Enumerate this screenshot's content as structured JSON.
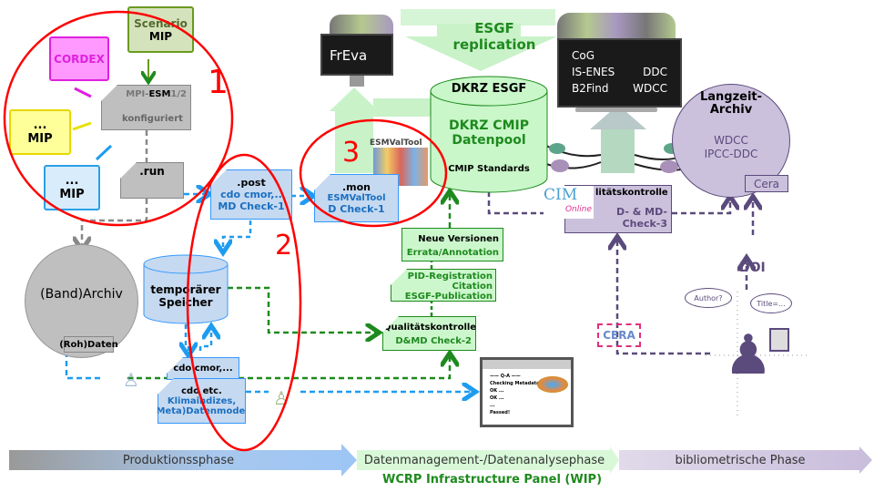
{
  "colors": {
    "red": "#ff0000",
    "green": "#1e8a1e",
    "blue": "#1e9cf0",
    "purple": "#5b4a7c",
    "gray": "#bfbfbf"
  },
  "section1": {
    "number": "1",
    "scenario": [
      "Scenario",
      "MIP"
    ],
    "cordex": "CORDEX",
    "mip_yellow": [
      "...",
      "MIP"
    ],
    "mip_blue": [
      "...",
      "MIP"
    ],
    "model": {
      "prefix": "MPI-",
      "esm": "ESM",
      "suffix": "1/2",
      "status": "konfiguriert"
    },
    "run": ".run"
  },
  "section2": {
    "number": "2",
    "post": [
      ".post",
      "cdo cmor,..",
      "MD Check-1"
    ],
    "storage": [
      "temporärer",
      "Speicher"
    ],
    "cdo_top": "cdo cmor,...",
    "cdo_bottom": [
      "cdo  etc.",
      "Klimaindizes,",
      "(Meta)Datenmodell"
    ]
  },
  "section3": {
    "number": "3",
    "mon": [
      ".mon",
      "ESMValTool",
      "D Check-1"
    ],
    "tool_image_label": "ESMValTool"
  },
  "archive": {
    "label": "(Band)Archiv",
    "tag": "(Roh)Daten"
  },
  "freva": "FrEva",
  "replication": [
    "ESGF",
    "replication"
  ],
  "esgf": {
    "top": "DKRZ ESGF",
    "pool": [
      "DKRZ CMIP",
      "Datenpool"
    ],
    "standards": "CMIP Standards"
  },
  "portals": [
    "CoG",
    "IS-ENES",
    "DDC",
    "B2Find",
    "WDCC"
  ],
  "longterm": {
    "title": [
      "Langzeit-",
      "Archiv"
    ],
    "sub": [
      "WDCC",
      "IPCC-DDC"
    ],
    "tag": "Cera"
  },
  "qc3": {
    "title": "litätskontrolle",
    "check": [
      "D- & MD-",
      "Check-3"
    ],
    "cim": "CIM",
    "cim_sub": "Online"
  },
  "doi": "DOI",
  "cera_logo": "CERA",
  "bubbles": [
    "Author?",
    "Title=..."
  ],
  "green_steps": {
    "versions": [
      "Neue Versionen",
      "Errata/Annotation"
    ],
    "pid": [
      "PID-Registration",
      "Citation",
      "ESGF-Publication"
    ],
    "qc2": [
      "Qualitätskontrolle",
      "D&MD Check-2"
    ]
  },
  "browser": [
    "—— Q-A ——",
    "Checking Metadata",
    "OK ...",
    "OK ...",
    "...",
    "Passed!"
  ],
  "phases": [
    "Produktionssphase",
    "Datenmanagement-/Datenanalysephase",
    "bibliometrische Phase"
  ],
  "footer": "WCRP Infrastructure Panel (WIP)"
}
